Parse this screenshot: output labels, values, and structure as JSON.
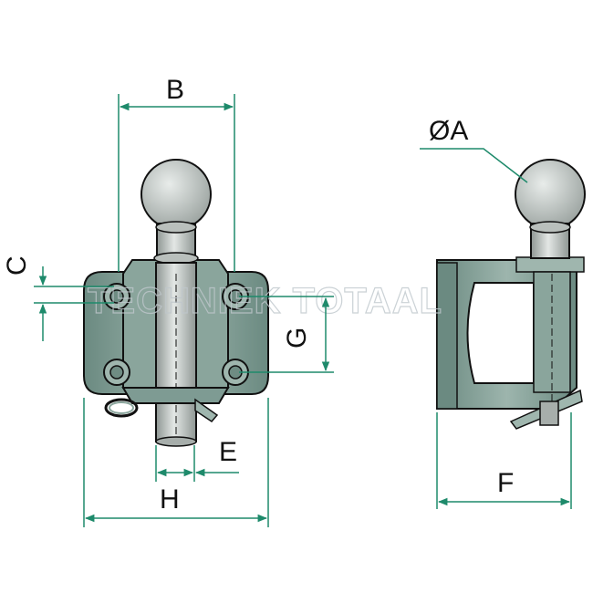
{
  "labels": {
    "b": "B",
    "c": "C",
    "g": "G",
    "e": "E",
    "h": "H",
    "f": "F",
    "diameter_a": "ØA"
  },
  "watermark": "TECHNIEK TOTAAL",
  "colors": {
    "dimension_line": "#1e8a6b",
    "body_fill": "#7e9b93",
    "body_dark": "#5c7a72",
    "body_light": "#a9bfb8",
    "ball_fill": "#c4c9c7",
    "outline": "#111111"
  }
}
